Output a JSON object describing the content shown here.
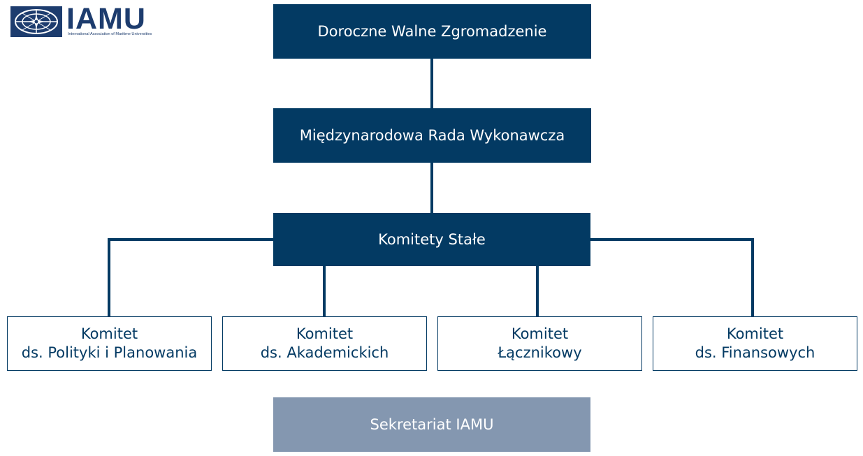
{
  "logo": {
    "text": "IAMU",
    "subtitle": "International Association of Maritime Universities",
    "emblem_icon": "compass-rose-icon",
    "color": "#1d3c6e"
  },
  "colors": {
    "dark_box": "#033a63",
    "light_box_border": "#033a63",
    "secretariat_box": "#8497b0"
  },
  "org": {
    "assembly": "Doroczne Walne Zgromadzenie",
    "council": "Międzynarodowa Rada Wykonawcza",
    "standing_committees": "Komitety Stałe",
    "committees": [
      {
        "line1": "Komitet",
        "line2": "ds. Polityki i Planowania"
      },
      {
        "line1": "Komitet",
        "line2": "ds. Akademickich"
      },
      {
        "line1": "Komitet",
        "line2": "Łącznikowy"
      },
      {
        "line1": "Komitet",
        "line2": "ds. Finansowych"
      }
    ],
    "secretariat": "Sekretariat IAMU"
  }
}
